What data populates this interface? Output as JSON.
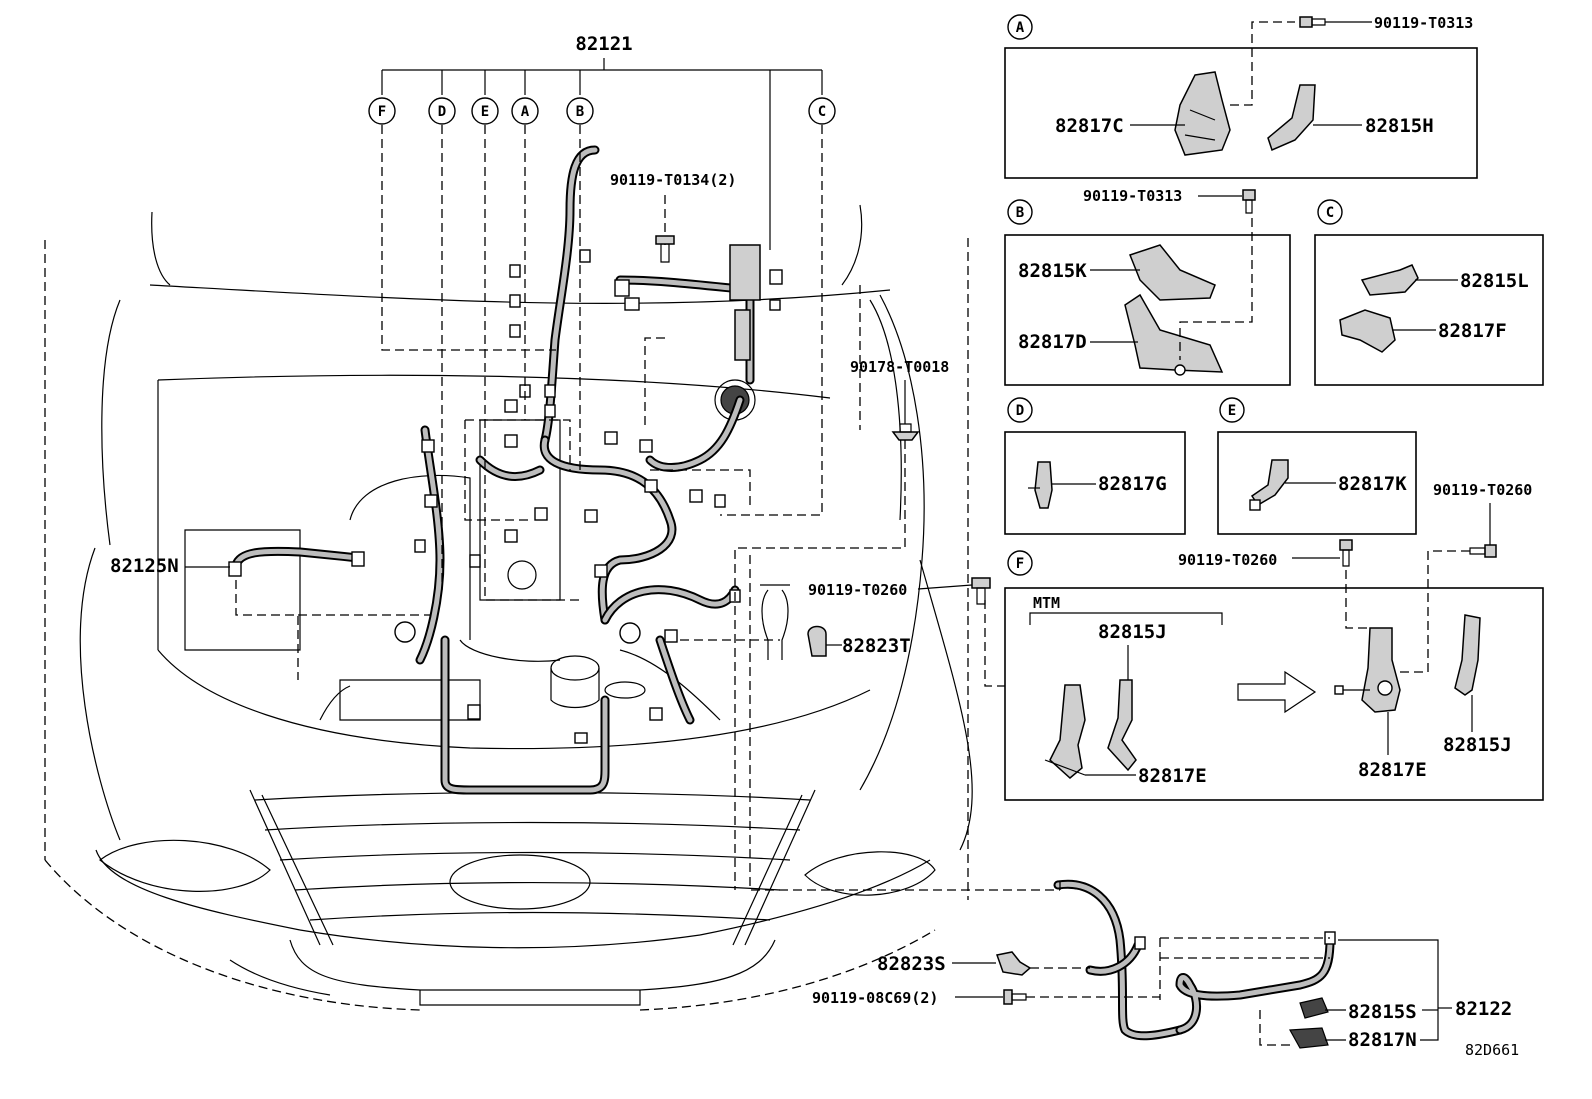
{
  "diagram": {
    "code": "82D661",
    "variant_label": "MTM",
    "parts": {
      "main_harness": "82121",
      "side_harness": "82125N",
      "front_harness": "82122",
      "bolt_t0134": "90119-T0134(2)",
      "bolt_t0313_a": "90119-T0313",
      "bolt_t0313_b": "90119-T0313",
      "clip_t0018": "90178-T0018",
      "bolt_t0260_a": "90119-T0260",
      "bolt_t0260_b": "90119-T0260",
      "bolt_t0260_c": "90119-T0260",
      "bolt_08c69": "90119-08C69(2)",
      "p82817C": "82817C",
      "p82815H": "82815H",
      "p82815K": "82815K",
      "p82817D": "82817D",
      "p82815L": "82815L",
      "p82817F": "82817F",
      "p82817G": "82817G",
      "p82817K": "82817K",
      "p82815J_a": "82815J",
      "p82815J_b": "82815J",
      "p82817E_a": "82817E",
      "p82817E_b": "82817E",
      "p82823T": "82823T",
      "p82823S": "82823S",
      "p82815S": "82815S",
      "p82817N": "82817N"
    },
    "callouts": {
      "F": "F",
      "D": "D",
      "E": "E",
      "A": "A",
      "B": "B",
      "C": "C"
    },
    "detail_labels": {
      "A": "A",
      "B": "B",
      "C": "C",
      "D": "D",
      "E": "E",
      "F": "F"
    }
  }
}
